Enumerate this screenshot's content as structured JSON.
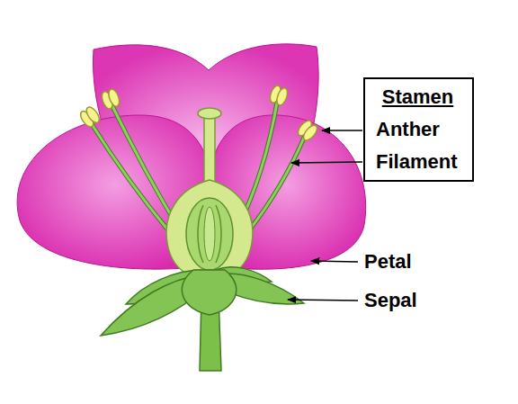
{
  "diagram": {
    "nodes": [
      {
        "text": [
          "Stamen",
          "Anther",
          "Filament"
        ]
      }
    ],
    "labels": [
      "Petal",
      "Sepal"
    ]
  }
}
